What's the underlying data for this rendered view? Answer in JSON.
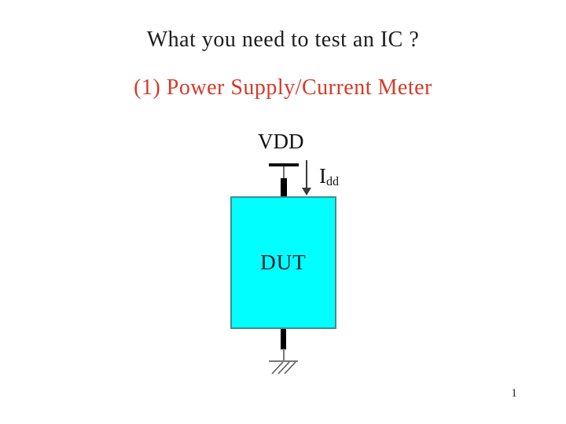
{
  "slide": {
    "title": "What you need to test an IC ?",
    "subtitle": "(1) Power Supply/Current Meter",
    "page_number": "1"
  },
  "diagram": {
    "vdd_label": "VDD",
    "current_label_main": "I",
    "current_label_sub": "dd",
    "dut_label": "DUT"
  },
  "colors": {
    "title_text": "#1c1c1c",
    "subtitle_text": "#d63a27",
    "dut_fill": "#00ffff",
    "dut_border": "#3f8f8f",
    "wire": "#000000",
    "thin_line": "#6e6e6e",
    "arrow": "#3a3a3a"
  }
}
